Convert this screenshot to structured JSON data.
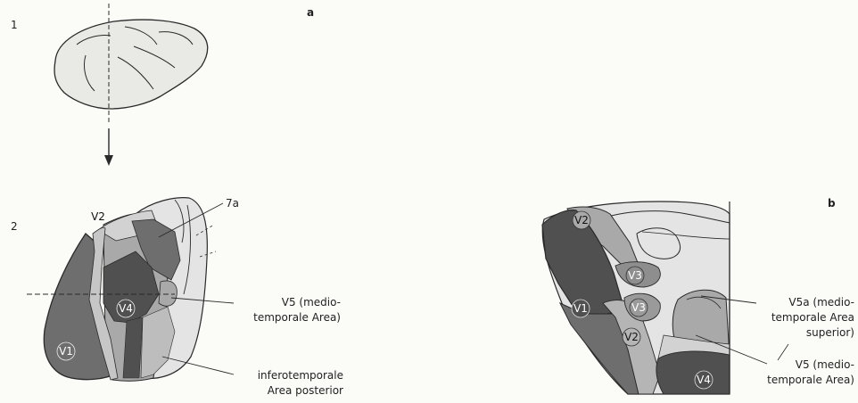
{
  "panel_a": {
    "letter": "a",
    "step_1": "1",
    "step_2": "2",
    "areas": {
      "v1": "V1",
      "v2": "V2",
      "v4": "V4"
    },
    "labels": {
      "area_7a": "7a",
      "v5_line1": "V5 (medio-",
      "v5_line2": "temporale Area)",
      "it_line1": "inferotemporale",
      "it_line2": "Area posterior"
    }
  },
  "panel_b": {
    "letter": "b",
    "areas": {
      "v1": "V1",
      "v2_top": "V2",
      "v2_low": "V2",
      "v3_top": "V3",
      "v3_low": "V3",
      "v4": "V4"
    },
    "labels": {
      "v5a_line1": "V5a (medio-",
      "v5a_line2": "temporale Area",
      "v5a_line3": "superior)",
      "v5_line1": "V5 (medio-",
      "v5_line2": "temporale Area)"
    }
  },
  "colors": {
    "light_gray": "#e4e4e4",
    "mid_gray": "#a9a9a9",
    "dark_gray": "#6e6e6e",
    "darker_gray": "#505050",
    "outline": "#2a2a2a",
    "background": "#fbfbf8"
  }
}
